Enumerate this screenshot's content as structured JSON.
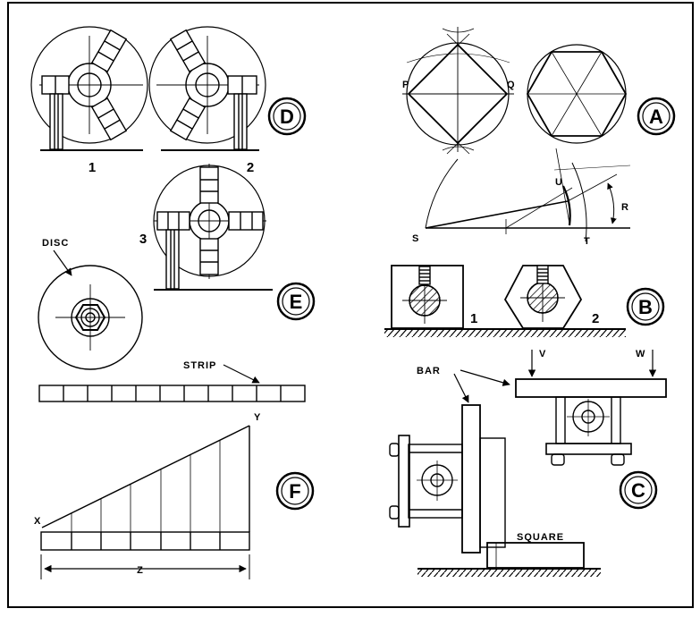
{
  "figure": {
    "letters": {
      "A": "A",
      "B": "B",
      "C": "C",
      "D": "D",
      "E": "E",
      "F": "F"
    },
    "numbers": {
      "d1": "1",
      "d2": "2",
      "e3": "3",
      "b1": "1",
      "b2": "2"
    },
    "points": {
      "P": "P",
      "Q": "Q",
      "S": "S",
      "T": "T",
      "U": "U",
      "R": "R",
      "V": "V",
      "W": "W",
      "X": "X",
      "Y": "Y",
      "Z": "Z"
    },
    "words": {
      "disc": "DISC",
      "strip": "STRIP",
      "bar": "BAR",
      "square": "SQUARE"
    }
  }
}
